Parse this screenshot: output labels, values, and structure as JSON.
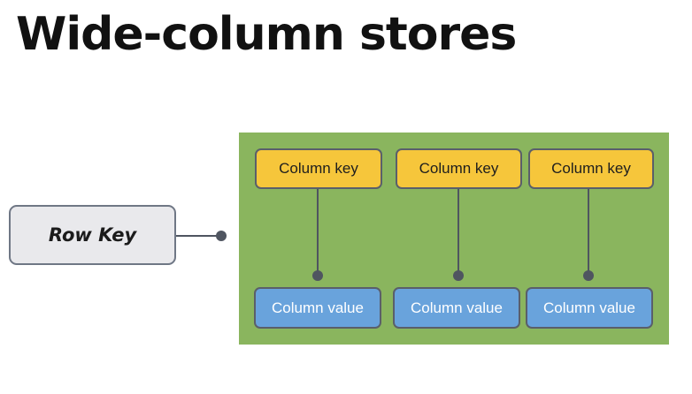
{
  "title": "Wide-column stores",
  "row_key": {
    "label": "Row Key"
  },
  "columns": [
    {
      "key_label": "Column key",
      "value_label": "Column value"
    },
    {
      "key_label": "Column key",
      "value_label": "Column value"
    },
    {
      "key_label": "Column key",
      "value_label": "Column value"
    }
  ],
  "colors": {
    "panel": "#8ab55e",
    "column_key": "#f6c63b",
    "column_value": "#69a3dc",
    "row_key": "#e9e9ec",
    "connector": "#4f5560"
  }
}
